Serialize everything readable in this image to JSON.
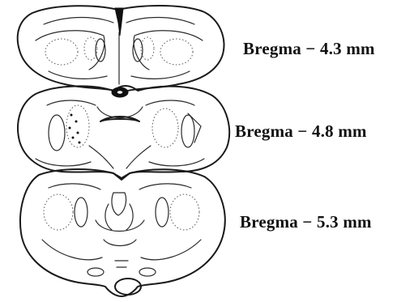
{
  "sections": [
    {
      "id": "section-1",
      "label": "Bregma  − 4.3 mm"
    },
    {
      "id": "section-2",
      "label": "Bregma  − 4.8 mm"
    },
    {
      "id": "section-3",
      "label": "Bregma  − 5.3 mm"
    }
  ],
  "colors": {
    "ink": "#1a1a1a",
    "background": "#ffffff"
  }
}
